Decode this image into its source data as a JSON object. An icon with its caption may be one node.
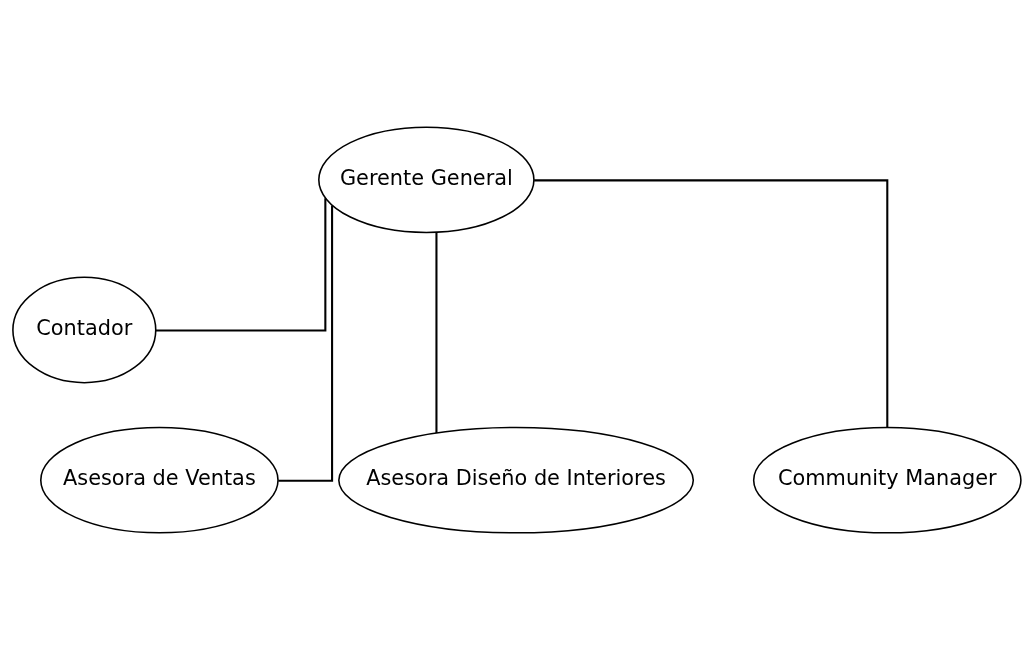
{
  "diagram": {
    "nodes": [
      {
        "text": [
          "Gerente General"
        ]
      },
      {
        "text": [
          "Contador"
        ]
      },
      {
        "text": [
          "Asesora de Ventas"
        ]
      },
      {
        "text": [
          "Asesora Diseño de Interiores"
        ]
      },
      {
        "text": [
          "Community Manager"
        ]
      }
    ],
    "edges": [
      {
        "from": 0,
        "to": 1,
        "arrow": "none"
      },
      {
        "from": 0,
        "to": 2,
        "arrow": "none"
      },
      {
        "from": 0,
        "to": 3,
        "arrow": "none"
      },
      {
        "from": 0,
        "to": 4,
        "arrow": "none"
      }
    ]
  }
}
